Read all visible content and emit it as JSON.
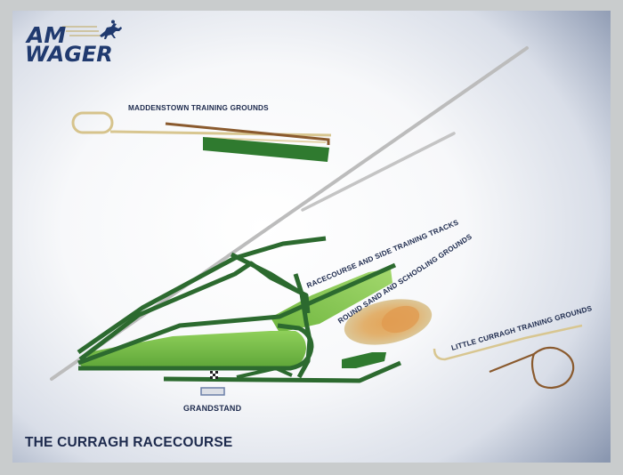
{
  "logo": {
    "line1": "AM",
    "line2": "WAGER",
    "color": "#203a6f",
    "accent": "#c8b98a"
  },
  "labels": {
    "maddenstown": "MADDENSTOWN TRAINING GROUNDS",
    "racecourse_side": "RACECOURSE AND SIDE TRAINING TRACKS",
    "round_sand": "ROUND SAND AND SCHOOLING GROUNDS",
    "little_curragh": "LITTLE CURRAGH  TRAINING GROUNDS",
    "grandstand": "GRANDSTAND"
  },
  "title": "THE CURRAGH RACECOURSE",
  "icons": {
    "logo_horse": "horse-and-jockey-icon",
    "finish_flag": "checkered-flag-icon"
  },
  "colors": {
    "dark_green": "#2c6a2f",
    "light_green": "#7cc04a",
    "sand": "#d6bf8a",
    "sand_orange": "#e09a4f",
    "brown_track": "#8a5a2e",
    "tan_track": "#d8c690",
    "road_grey": "#b8b8b8",
    "label": "#1d2a4d"
  }
}
